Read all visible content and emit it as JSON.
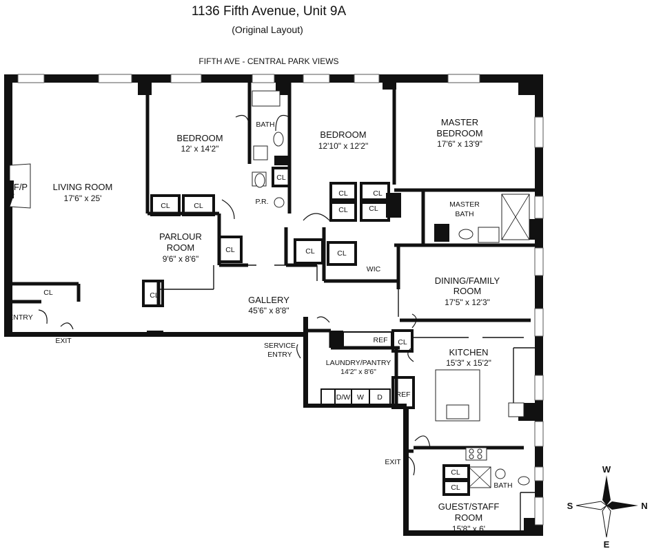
{
  "header": {
    "title": "1136 Fifth Avenue, Unit 9A",
    "subtitle": "(Original Layout)",
    "street_label": "FIFTH AVE - CENTRAL PARK VIEWS"
  },
  "rooms": {
    "living": {
      "name": "LIVING ROOM",
      "dims": "17'6\" x 25'"
    },
    "fireplace": {
      "name": "F/P"
    },
    "bedroom1": {
      "name": "BEDROOM",
      "dims": "12' x 14'2\""
    },
    "bedroom2": {
      "name": "BEDROOM",
      "dims": "12'10\" x 12'2\""
    },
    "master": {
      "name1": "MASTER",
      "name2": "BEDROOM",
      "dims": "17'6\" x 13'9\""
    },
    "bath": {
      "name": "BATH"
    },
    "pr": {
      "name": "P.R."
    },
    "master_bath": {
      "name1": "MASTER",
      "name2": "BATH"
    },
    "parlour": {
      "name1": "PARLOUR",
      "name2": "ROOM",
      "dims": "9'6\" x 8'6\""
    },
    "gallery": {
      "name": "GALLERY",
      "dims": "45'6\" x 8'8\""
    },
    "dining": {
      "name1": "DINING/FAMILY",
      "name2": "ROOM",
      "dims": "17'5\" x 12'3\""
    },
    "kitchen": {
      "name": "KITCHEN",
      "dims": "15'3\" x 15'2\""
    },
    "laundry": {
      "name": "LAUNDRY/PANTRY",
      "dims": "14'2\" x 8'6\""
    },
    "guest": {
      "name1": "GUEST/STAFF",
      "name2": "ROOM",
      "dims": "15'8\" x 6'"
    },
    "bath2": {
      "name": "BATH"
    },
    "wic": {
      "name": "WIC"
    }
  },
  "closet_label": "CL",
  "appliances": {
    "ref": "REF",
    "dw": "D/W",
    "washer": "W",
    "dryer": "D"
  },
  "entries": {
    "entry": "ENTRY",
    "exit": "EXIT",
    "service1": "SERVICE",
    "service2": "ENTRY",
    "kitchen_exit": "EXIT"
  },
  "compass": {
    "n": "N",
    "s": "S",
    "e": "E",
    "w": "W"
  }
}
